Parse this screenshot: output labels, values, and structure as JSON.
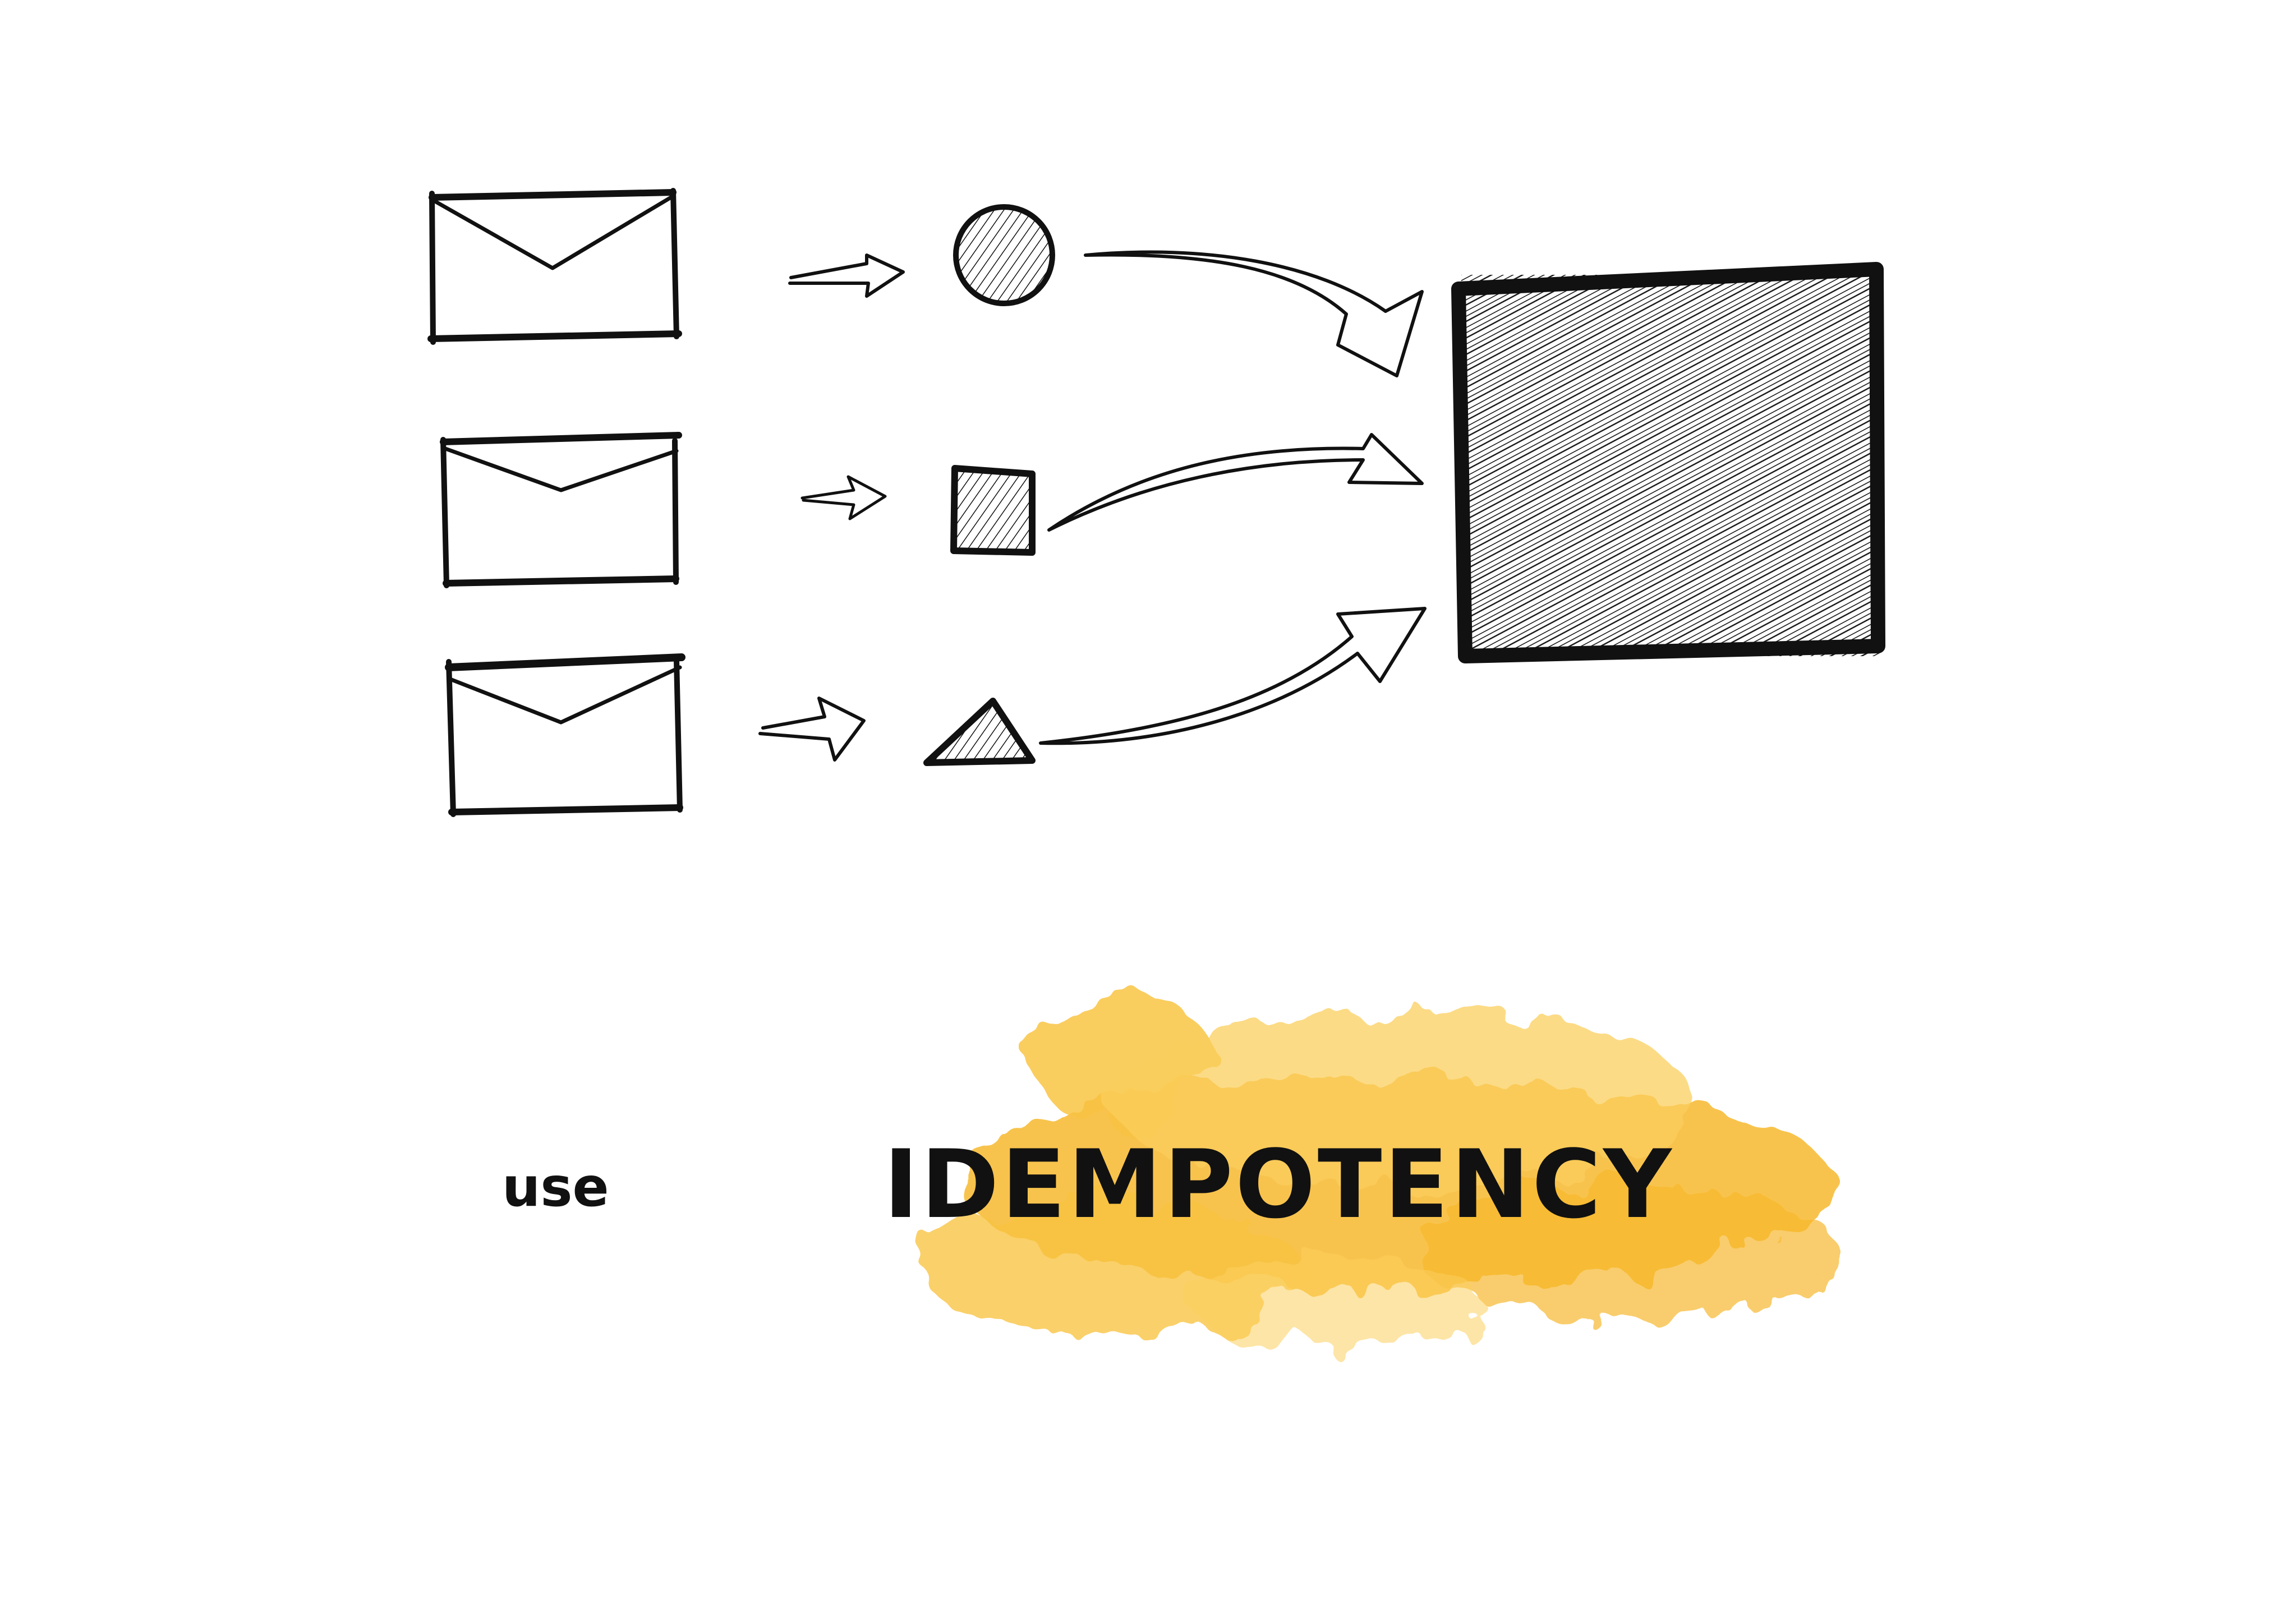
{
  "colors": {
    "ink": "#111111",
    "paper": "#ffffff",
    "highlight": "#f7b82e",
    "highlight_light": "#fbcf5e"
  },
  "messages": [
    {
      "icon": "envelope-icon",
      "shape": "circle"
    },
    {
      "icon": "envelope-icon",
      "shape": "square"
    },
    {
      "icon": "envelope-icon",
      "shape": "triangle"
    }
  ],
  "result": {
    "icon": "hatched-square-icon"
  },
  "caption": {
    "prefix": "use",
    "keyword": "IDEMPOTENCY"
  }
}
